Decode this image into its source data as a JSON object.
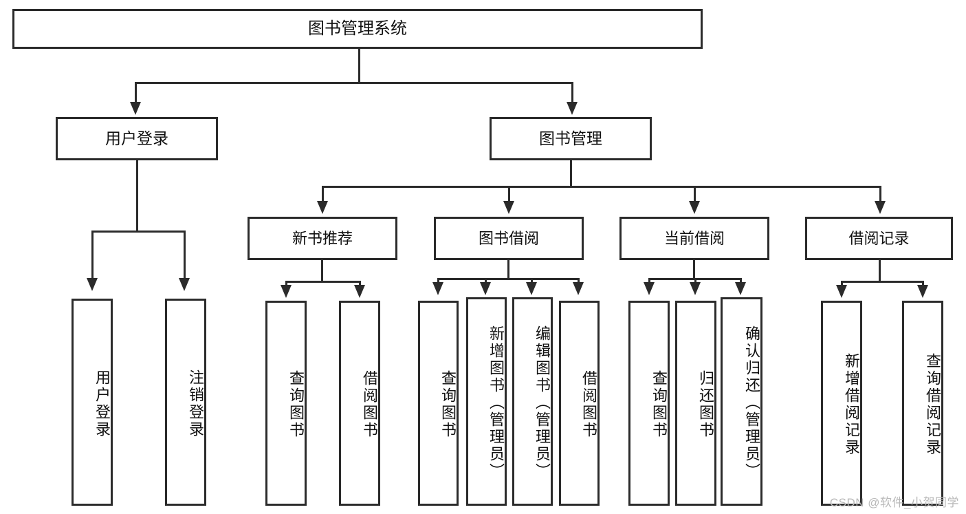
{
  "diagram": {
    "title": "图书管理系统",
    "watermark": "CSDN @软件_小贺同学",
    "type": "tree",
    "accent_color": "#2b2b2b",
    "background_color": "#ffffff",
    "root": {
      "label": "图书管理系统"
    },
    "level1": [
      {
        "label": "用户登录"
      },
      {
        "label": "图书管理"
      }
    ],
    "level2": [
      {
        "label": "新书推荐"
      },
      {
        "label": "图书借阅"
      },
      {
        "label": "当前借阅"
      },
      {
        "label": "借阅记录"
      }
    ],
    "leaves": {
      "user_login": [
        {
          "label": "用户登录"
        },
        {
          "label": "注销登录"
        }
      ],
      "new_book_recommend": [
        {
          "label": "查询图书"
        },
        {
          "label": "借阅图书"
        }
      ],
      "book_borrow": [
        {
          "label": "查询图书"
        },
        {
          "label": "新增图书（管理员）"
        },
        {
          "label": "编辑图书（管理员）"
        },
        {
          "label": "借阅图书"
        }
      ],
      "current_borrow": [
        {
          "label": "查询图书"
        },
        {
          "label": "归还图书"
        },
        {
          "label": "确认归还（管理员）"
        }
      ],
      "borrow_record": [
        {
          "label": "新增借阅记录"
        },
        {
          "label": "查询借阅记录"
        }
      ]
    }
  }
}
